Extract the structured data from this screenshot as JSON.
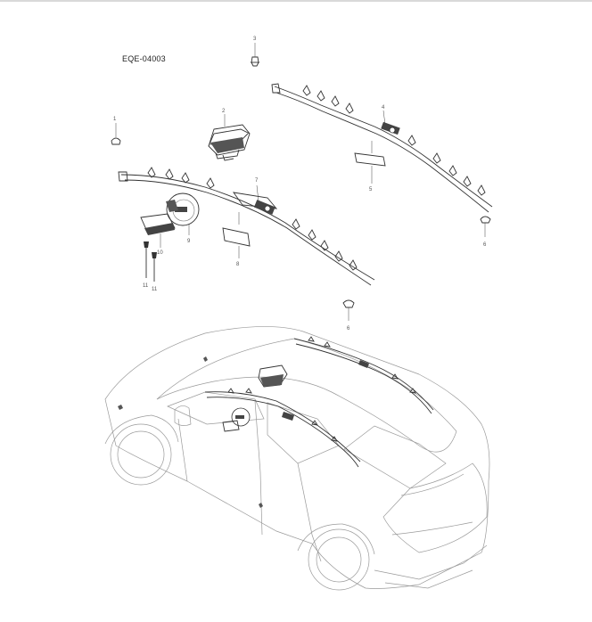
{
  "diagram": {
    "code": "EQE-04003",
    "callouts": {
      "c1": "1",
      "c2": "2",
      "c3": "3",
      "c4": "4",
      "c5": "5",
      "c6a": "6",
      "c6b": "6",
      "c7": "7",
      "c8": "8",
      "c9": "9",
      "c10": "10",
      "c11a": "11",
      "c11b": "11"
    }
  }
}
